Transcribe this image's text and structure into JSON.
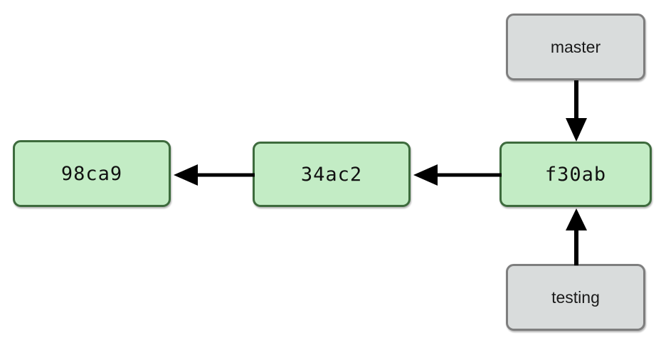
{
  "diagram": {
    "title": "git-branch-pointers",
    "background_color": "#ffffff",
    "commit_style": {
      "fill": "#c3ecc5",
      "border": "#3d6b3d"
    },
    "branch_style": {
      "fill": "#d9dcdc",
      "border": "#7e7e7e"
    },
    "arrow_color": "#000000"
  },
  "commits": [
    {
      "id": "98ca9",
      "label": "98ca9"
    },
    {
      "id": "34ac2",
      "label": "34ac2"
    },
    {
      "id": "f30ab",
      "label": "f30ab"
    }
  ],
  "branches": [
    {
      "id": "master",
      "label": "master"
    },
    {
      "id": "testing",
      "label": "testing"
    }
  ],
  "edges": [
    {
      "id": "34ac2-to-98ca9",
      "from": "34ac2",
      "to": "98ca9",
      "direction": "left"
    },
    {
      "id": "f30ab-to-34ac2",
      "from": "f30ab",
      "to": "34ac2",
      "direction": "left"
    },
    {
      "id": "master-to-f30ab",
      "from": "master",
      "to": "f30ab",
      "direction": "down"
    },
    {
      "id": "testing-to-f30ab",
      "from": "testing",
      "to": "f30ab",
      "direction": "up"
    }
  ]
}
